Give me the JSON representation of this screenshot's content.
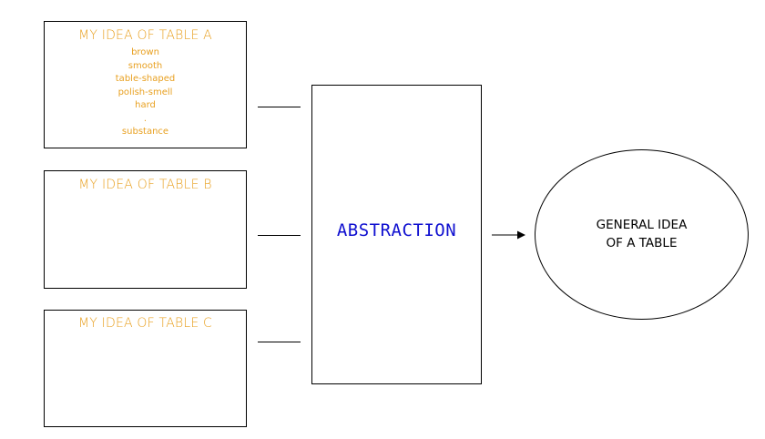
{
  "colors": {
    "idea_text": "#e8a020",
    "abstraction_text": "#1010d0",
    "general_text": "#000000",
    "outline": "#000000"
  },
  "table_a": {
    "title": "MY IDEA OF TABLE A",
    "attributes": [
      "brown",
      "smooth",
      "table-shaped",
      "polish-smell",
      "hard",
      ".",
      "substance"
    ]
  },
  "table_b": {
    "title": "MY IDEA OF TABLE B"
  },
  "table_c": {
    "title": "MY IDEA OF TABLE C"
  },
  "abstraction": {
    "label": "ABSTRACTION"
  },
  "general_idea": {
    "line1": "GENERAL IDEA",
    "line2": "OF A TABLE"
  }
}
